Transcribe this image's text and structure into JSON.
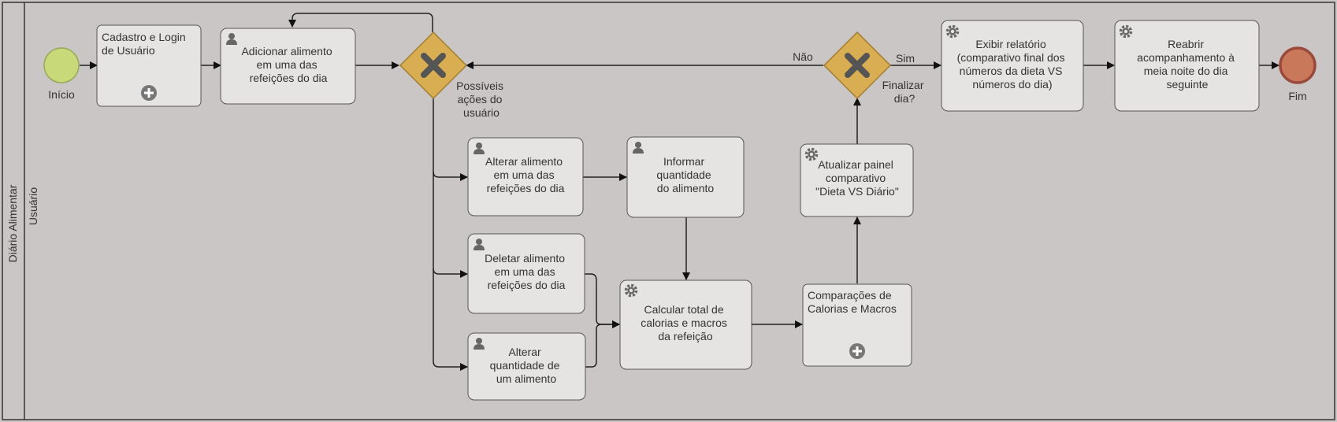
{
  "pool": {
    "label": "Diário Alimentar"
  },
  "lane": {
    "label": "Usuário"
  },
  "events": {
    "start": {
      "label": "Início",
      "color": "#c8d97a"
    },
    "end": {
      "label": "Fim",
      "color": "#c9785a"
    }
  },
  "gateways": {
    "user_actions": {
      "label": [
        "Possíveis",
        "ações do",
        "usuário"
      ],
      "color": "#d9ad52"
    },
    "finish_day": {
      "label": [
        "Finalizar",
        "dia?"
      ],
      "color": "#d9ad52"
    }
  },
  "flow_labels": {
    "no": "Não",
    "yes": "Sim"
  },
  "tasks": {
    "register": {
      "lines": [
        "Cadastro e Login",
        "de Usuário"
      ]
    },
    "add_food": {
      "lines": [
        "Adicionar alimento",
        "em uma das",
        "refeições do dia"
      ]
    },
    "edit_food": {
      "lines": [
        "Alterar alimento",
        "em uma das",
        "refeições do dia"
      ]
    },
    "inform_qty": {
      "lines": [
        "Informar",
        "quantidade",
        "do alimento"
      ]
    },
    "delete_food": {
      "lines": [
        "Deletar alimento",
        "em uma das",
        "refeições do dia"
      ]
    },
    "edit_qty": {
      "lines": [
        "Alterar",
        "quantidade de",
        "um alimento"
      ]
    },
    "calc_total": {
      "lines": [
        "Calcular total de",
        "calorias e macros",
        "da refeição"
      ]
    },
    "compare": {
      "lines": [
        "Comparações de",
        "Calorias e Macros"
      ]
    },
    "update_panel": {
      "lines": [
        "Atualizar painel",
        "comparativo",
        "\"Dieta VS Diário\""
      ]
    },
    "report": {
      "lines": [
        "Exibir relatório",
        "(comparativo final dos",
        "números da dieta VS",
        "números do dia)"
      ]
    },
    "reopen": {
      "lines": [
        "Reabrir",
        "acompanhamento à",
        "meia noite do dia",
        "seguinte"
      ]
    }
  },
  "colors": {
    "background": "#c9c6c5",
    "task_fill": "#e6e4e3",
    "icon": "#666666",
    "line": "#222222"
  }
}
